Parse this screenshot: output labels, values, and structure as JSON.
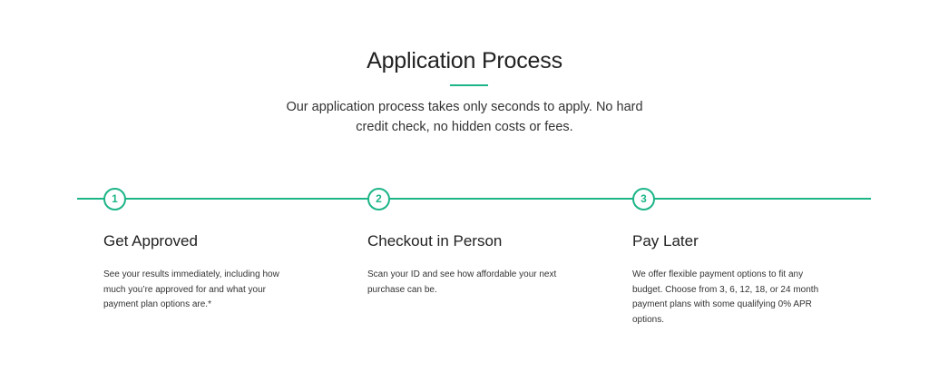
{
  "header": {
    "title": "Application Process",
    "intro": "Our application process takes only seconds to apply. No hard credit check, no hidden costs or fees."
  },
  "colors": {
    "accent": "#1db587"
  },
  "steps": [
    {
      "number": "1",
      "heading": "Get Approved",
      "body": "See your results immediately, including how much you’re approved for and what your payment plan options are.*"
    },
    {
      "number": "2",
      "heading": "Checkout in Person",
      "body": "Scan your ID and see how affordable your next purchase can be."
    },
    {
      "number": "3",
      "heading": "Pay Later",
      "body": "We offer flexible payment options to fit any budget. Choose from 3, 6, 12, 18, or 24 month payment plans with some qualifying 0% APR options."
    }
  ]
}
